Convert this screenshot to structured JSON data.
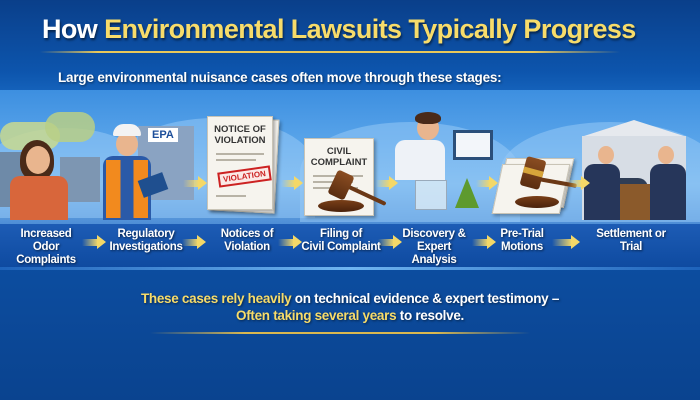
{
  "title": {
    "prefix": "How ",
    "highlight": "Environmental Lawsuits Typically Progress"
  },
  "subtitle": "Large environmental nuisance cases often move through these stages:",
  "stages": [
    {
      "line1": "Increased",
      "line2": "Odor Complaints",
      "illustration": "woman-covering-nose-with-smoke"
    },
    {
      "line1": "Regulatory",
      "line2": "Investigations",
      "illustration": "inspector-with-clipboard-epa-building"
    },
    {
      "line1": "Notices of",
      "line2": "Violation",
      "illustration": "notice-of-violation-document"
    },
    {
      "line1": "Filing of",
      "line2": "Civil Complaint",
      "illustration": "civil-complaint-with-gavel"
    },
    {
      "line1": "Discovery &",
      "line2": "Expert Analysis",
      "illustration": "scientist-with-samples"
    },
    {
      "line1": "Pre-Trial",
      "line2": "Motions",
      "illustration": "papers-with-gavel"
    },
    {
      "line1": "Settlement or",
      "line2": "Trial",
      "illustration": "courthouse-handshake"
    }
  ],
  "illustrations": {
    "epa_sign": "EPA",
    "notice_doc_title_1": "NOTICE OF",
    "notice_doc_title_2": "VIOLATION",
    "notice_stamp": "VIOLATION",
    "complaint_title_1": "CIVIL",
    "complaint_title_2": "COMPLAINT"
  },
  "footer": {
    "line1_highlight": "These cases rely heavily",
    "line1_rest": " on technical evidence & expert testimony –",
    "line2_highlight": "Often taking several years",
    "line2_rest": " to resolve."
  },
  "colors": {
    "background": "#0d4fa3",
    "accent_yellow": "#f7dc6a",
    "arrow": "#f4d868",
    "text": "#ffffff"
  }
}
